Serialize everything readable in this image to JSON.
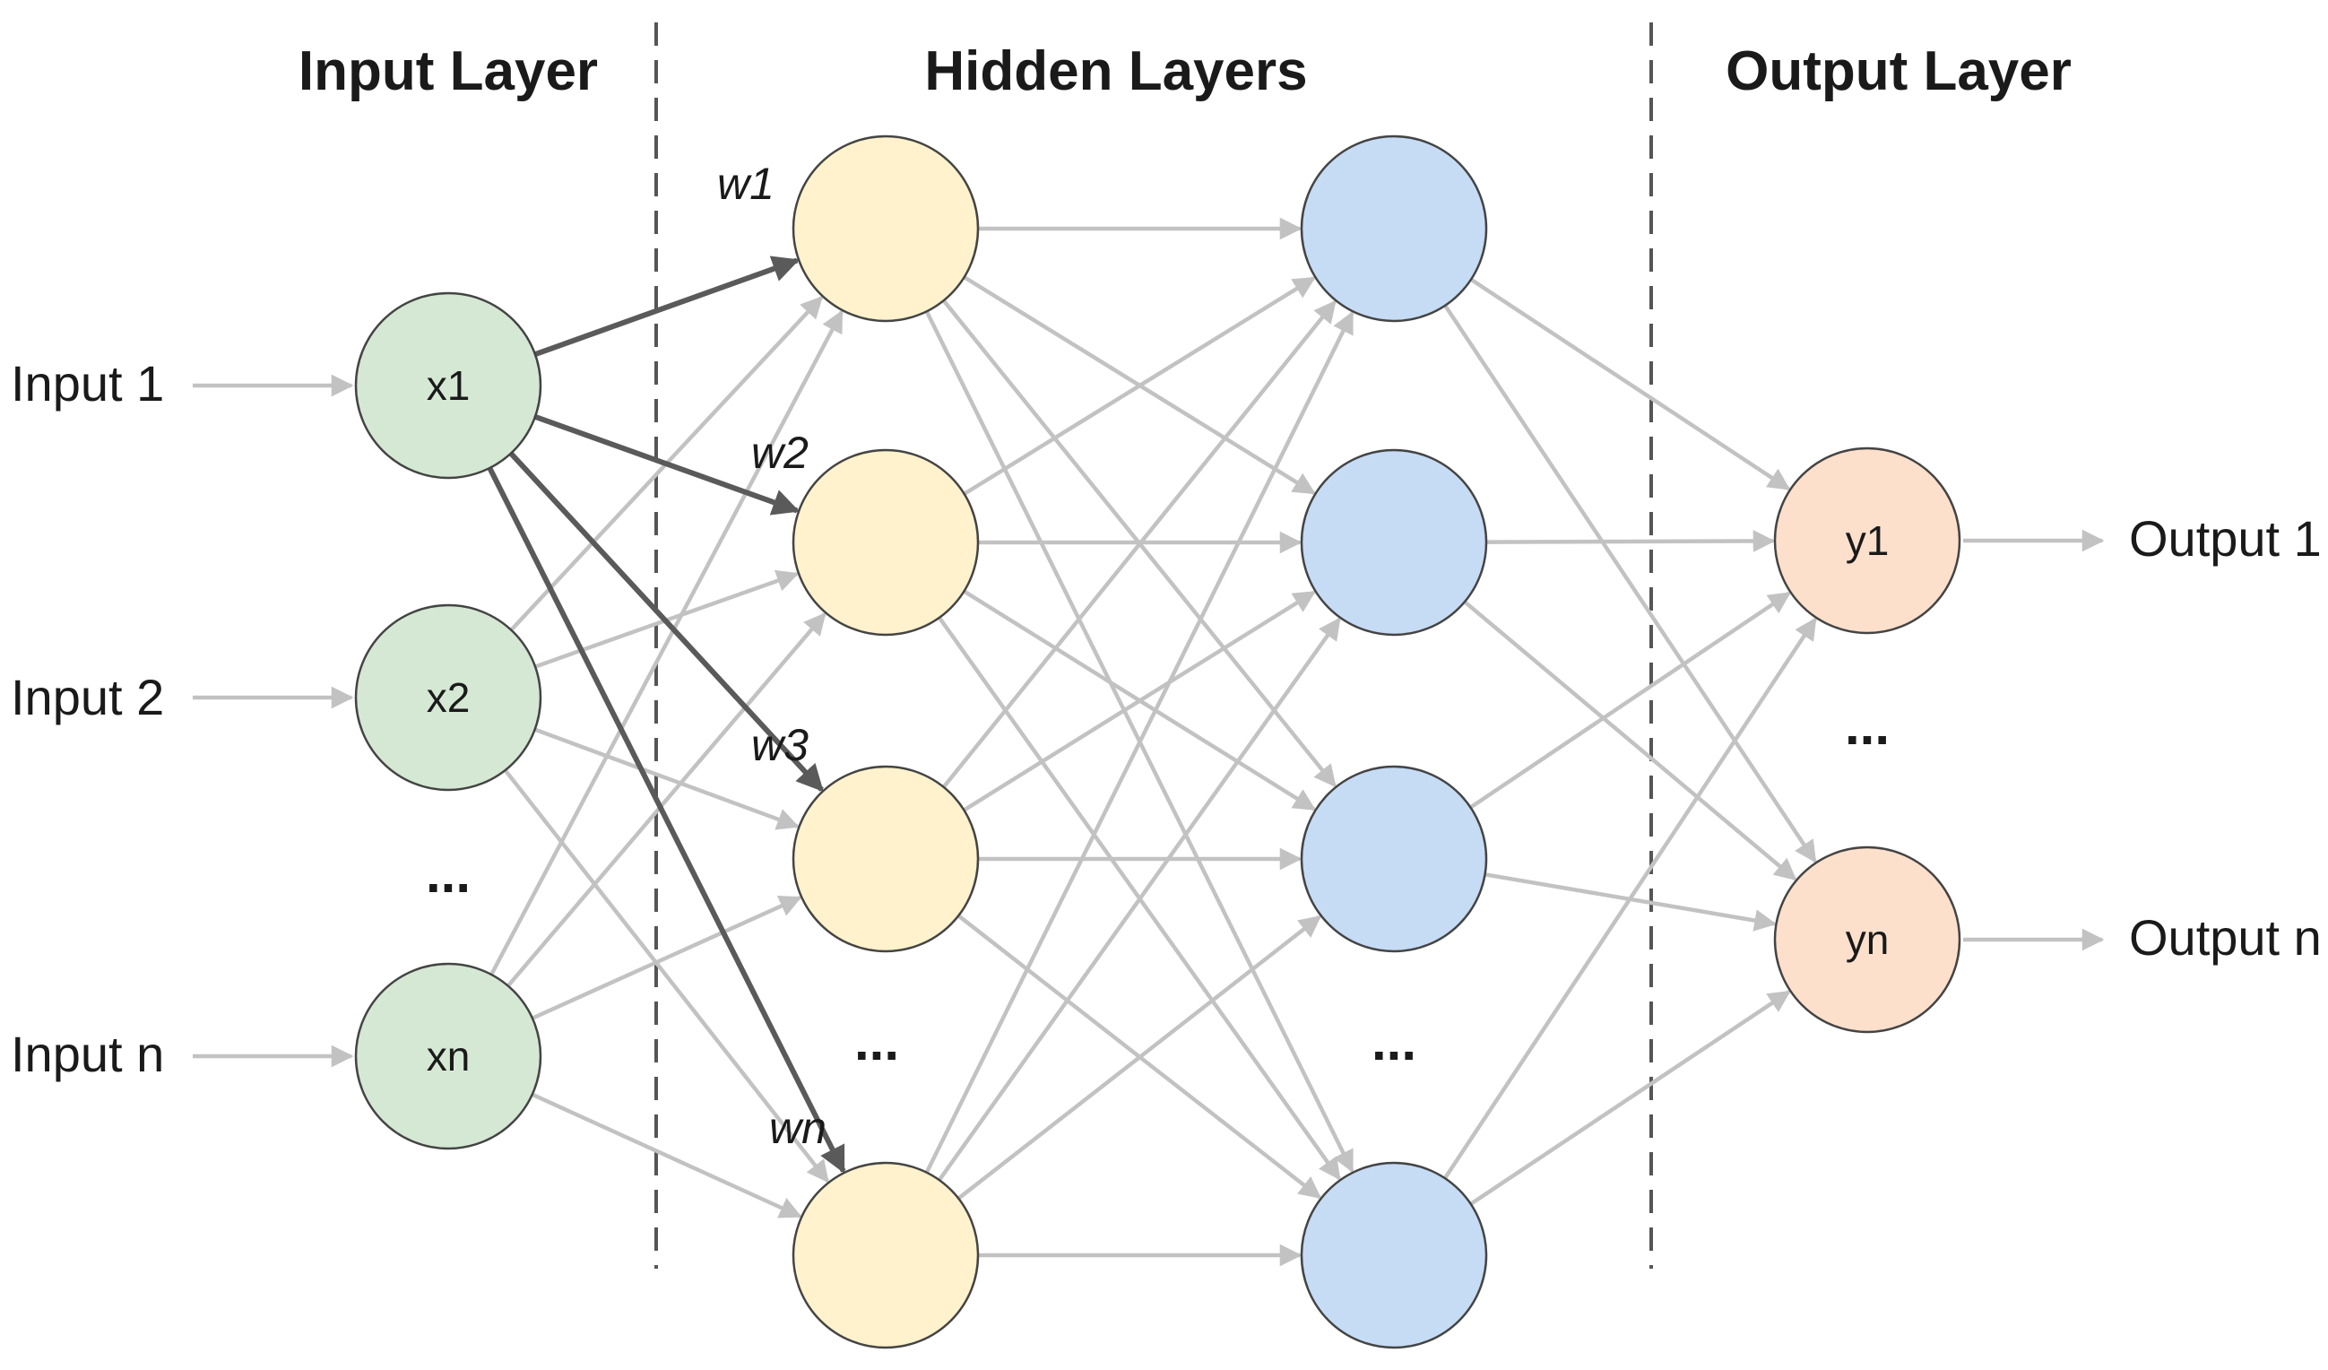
{
  "sections": {
    "input_title": "Input Layer",
    "hidden_title": "Hidden Layers",
    "output_title": "Output Layer"
  },
  "inputs": [
    {
      "label": "Input 1",
      "node": "x1"
    },
    {
      "label": "Input 2",
      "node": "x2"
    },
    {
      "label": "Input n",
      "node": "xn"
    }
  ],
  "input_ellipsis": "...",
  "hidden_ellipsis_1": "...",
  "hidden_ellipsis_2": "...",
  "weights": [
    "w1",
    "w2",
    "w3",
    "wn"
  ],
  "outputs": [
    {
      "node": "y1",
      "label": "Output 1"
    },
    {
      "node": "yn",
      "label": "Output n"
    }
  ],
  "output_ellipsis": "...",
  "colors": {
    "input_node": "#d5e8d4",
    "hidden1_node": "#fff2cc",
    "hidden2_node": "#c6dcf5",
    "output_node": "#fde0cc",
    "edge_light": "#c2c2c2",
    "edge_dark": "#5a5a5a"
  }
}
